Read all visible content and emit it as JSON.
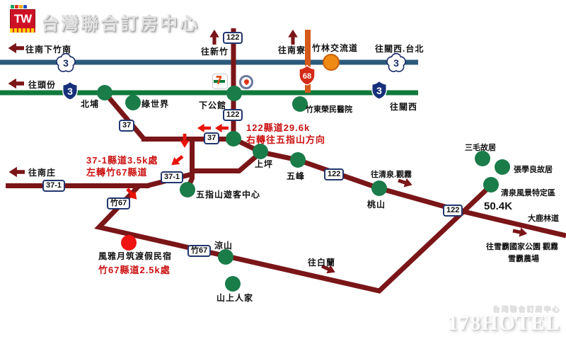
{
  "header": {
    "logo_main": "TW",
    "title": "台灣聯合訂房中心"
  },
  "watermark": {
    "brand": "台灣聯合訂房中心",
    "name": "178HOTEL"
  },
  "signs": {
    "county122": "122",
    "county37": "37",
    "county37_1": "37-1",
    "zhu67": "竹67"
  },
  "shields": {
    "national3": "3",
    "provincial3": "3",
    "expressway68": "68"
  },
  "directions": {
    "south_zhunan": "往南下竹南",
    "toufen": "往頭份",
    "hsinchu": "往新竹",
    "nanliao": "往南寮",
    "zhulin_interchange": "竹林交流道",
    "guanxi_taipei": "往關西.台北",
    "guanxi": "往關西",
    "nanzhuang": "往南庄",
    "qingquan_guanwu": "往清泉.觀霧",
    "bailan": "往白蘭",
    "dalu_forest_road": "大鹿林道",
    "xueba_park_guanwu": "往雪霸國家公園 觀霧",
    "xueba_farm": "雪霸農場",
    "mark_50_4k": "50.4K"
  },
  "places": {
    "beipu": "北埔",
    "green_world": "綠世界",
    "xiagongguan": "下公館",
    "zhudong_hospital": "竹東榮民醫院",
    "shangping": "上坪",
    "wufeng": "五峰",
    "wuzhishan_visitor_center": "五指山遊客中心",
    "taoshan": "桃山",
    "sanmao_residence": "三毛故居",
    "zhang_xueliang_residence": "張學良故居",
    "qingquan_scenic_area": "清泉風景特定區",
    "liangshan": "涼山",
    "shanshang_renjia": "山上人家",
    "bnb_name": "風雅月筑渡假民宿"
  },
  "notes": {
    "turn1_line1": "122縣道29.6k",
    "turn1_line2": "右轉往五指山方向",
    "turn2_line1": "37-1縣道3.5k處",
    "turn2_line2": "左轉竹67縣道",
    "bnb_km": "竹67縣道2.5k處"
  },
  "colors": {
    "road_national": "#2a5a7c",
    "road_provincial": "#10793c",
    "road_county": "#7a1518",
    "road_expressway": "#d4591a",
    "node_green": "#1a7c49",
    "node_red": "#ee1414",
    "node_interchange": "#ef8a15",
    "note_red": "#cc1111"
  }
}
